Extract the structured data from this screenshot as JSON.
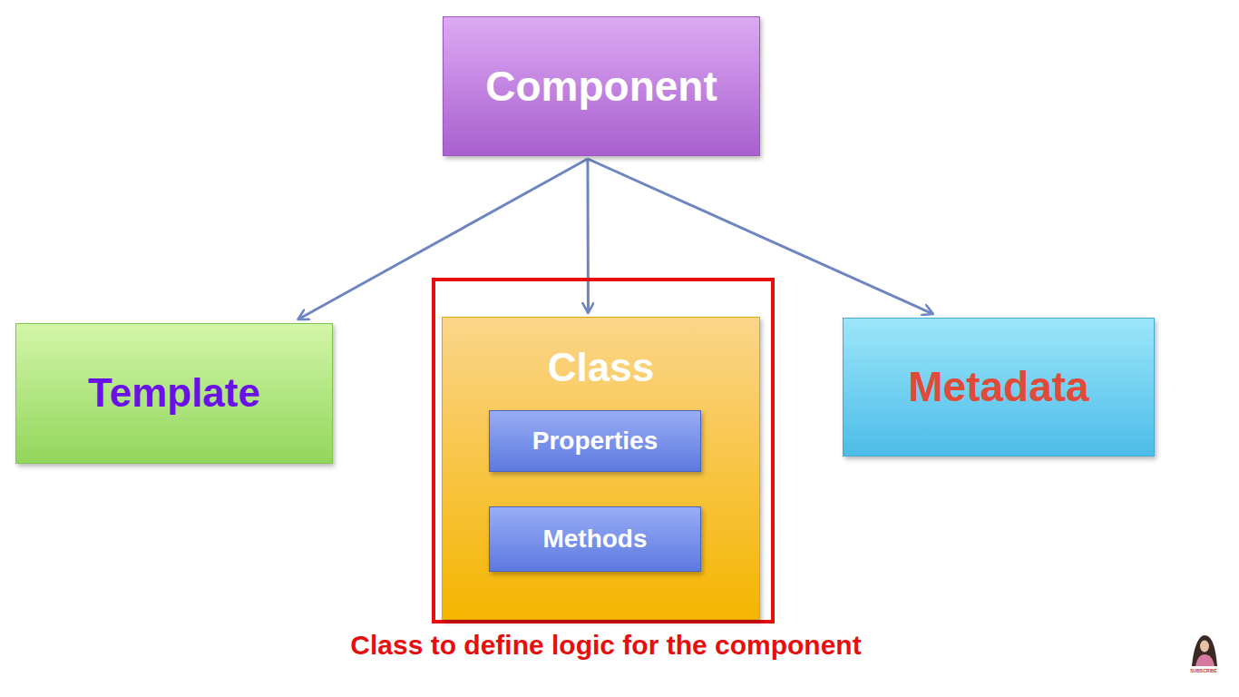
{
  "diagram": {
    "caption": "Class to define logic for the component",
    "nodes": [
      {
        "text": [
          "Component"
        ]
      },
      {
        "text": [
          "Template"
        ]
      },
      {
        "text": [
          "Class"
        ]
      },
      {
        "text": [
          "Properties"
        ],
        "in": 2
      },
      {
        "text": [
          "Methods"
        ],
        "in": 2
      },
      {
        "text": [
          "Metadata"
        ]
      }
    ],
    "edges": [
      {
        "from": 0,
        "to": 1,
        "arrow": "to"
      },
      {
        "from": 0,
        "to": 2,
        "arrow": "to"
      },
      {
        "from": 0,
        "to": 5,
        "arrow": "to"
      }
    ],
    "labels": [
      "SUBSCRIBE"
    ]
  }
}
